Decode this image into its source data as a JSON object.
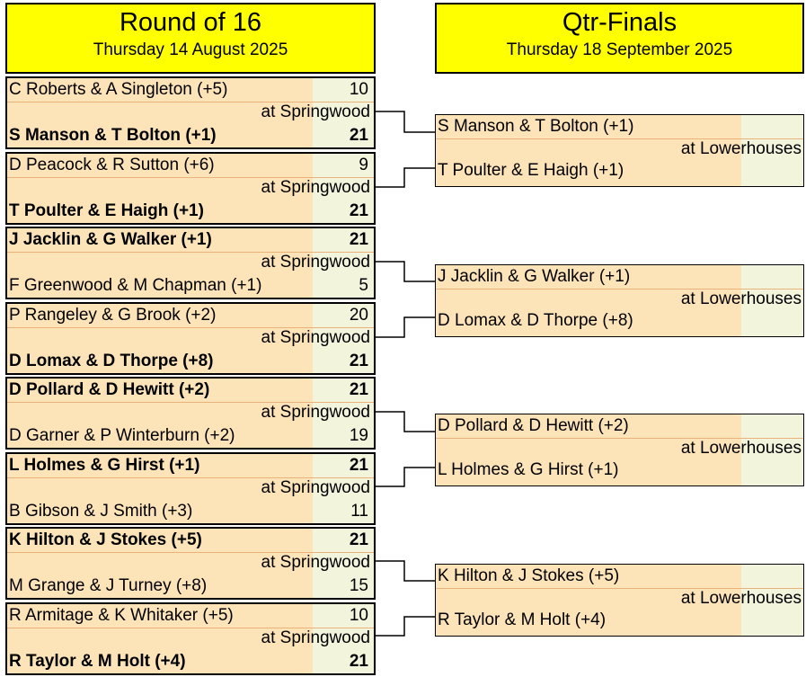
{
  "rounds": [
    {
      "title": "Round of 16",
      "date": "Thursday 14 August 2025"
    },
    {
      "title": "Qtr-Finals",
      "date": "Thursday 18 September 2025"
    }
  ],
  "r16": [
    {
      "top": {
        "name": "C Roberts & A Singleton (+5)",
        "score": "10",
        "winner": false
      },
      "venue": "at Springwood",
      "bottom": {
        "name": "S Manson & T Bolton (+1)",
        "score": "21",
        "winner": true
      }
    },
    {
      "top": {
        "name": "D Peacock & R Sutton (+6)",
        "score": "9",
        "winner": false
      },
      "venue": "at Springwood",
      "bottom": {
        "name": "T Poulter & E Haigh (+1)",
        "score": "21",
        "winner": true
      }
    },
    {
      "top": {
        "name": "J Jacklin & G Walker (+1)",
        "score": "21",
        "winner": true
      },
      "venue": "at Springwood",
      "bottom": {
        "name": "F Greenwood & M Chapman (+1)",
        "score": "5",
        "winner": false
      }
    },
    {
      "top": {
        "name": "P Rangeley & G Brook (+2)",
        "score": "20",
        "winner": false
      },
      "venue": "at Springwood",
      "bottom": {
        "name": "D Lomax & D Thorpe (+8)",
        "score": "21",
        "winner": true
      }
    },
    {
      "top": {
        "name": "D Pollard & D Hewitt (+2)",
        "score": "21",
        "winner": true
      },
      "venue": "at Springwood",
      "bottom": {
        "name": "D Garner & P Winterburn (+2)",
        "score": "19",
        "winner": false
      }
    },
    {
      "top": {
        "name": "L Holmes & G Hirst (+1)",
        "score": "21",
        "winner": true
      },
      "venue": "at Springwood",
      "bottom": {
        "name": "B Gibson & J Smith (+3)",
        "score": "11",
        "winner": false
      }
    },
    {
      "top": {
        "name": "K Hilton & J Stokes (+5)",
        "score": "21",
        "winner": true
      },
      "venue": "at Springwood",
      "bottom": {
        "name": "M Grange & J Turney (+8)",
        "score": "15",
        "winner": false
      }
    },
    {
      "top": {
        "name": "R Armitage & K Whitaker (+5)",
        "score": "10",
        "winner": false
      },
      "venue": "at Springwood",
      "bottom": {
        "name": "R Taylor & M Holt (+4)",
        "score": "21",
        "winner": true
      }
    }
  ],
  "qf": [
    {
      "top": "S Manson & T Bolton (+1)",
      "venue": "at Lowerhouses",
      "bottom": "T Poulter & E Haigh (+1)"
    },
    {
      "top": "J Jacklin & G Walker (+1)",
      "venue": "at Lowerhouses",
      "bottom": "D Lomax & D Thorpe (+8)"
    },
    {
      "top": "D Pollard & D Hewitt (+2)",
      "venue": "at Lowerhouses",
      "bottom": "L Holmes & G Hirst (+1)"
    },
    {
      "top": "K Hilton & J Stokes (+5)",
      "venue": "at Lowerhouses",
      "bottom": "R Taylor & M Holt (+4)"
    }
  ]
}
